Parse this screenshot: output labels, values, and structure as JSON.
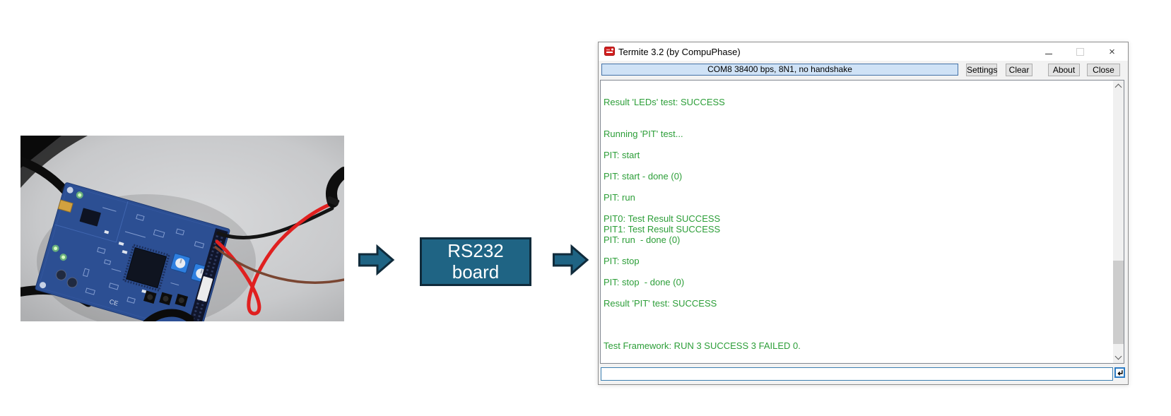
{
  "photo": {
    "alt_name": "dev-board-on-desk-photo",
    "board_marking": "CE"
  },
  "diagram": {
    "rs232_box": {
      "line1": "RS232",
      "line2": "board"
    }
  },
  "termite": {
    "title": "Termite 3.2 (by CompuPhase)",
    "caption": {
      "close_glyph": "×"
    },
    "toolbar": {
      "status": "COM8 38400 bps, 8N1, no handshake",
      "settings_label": "Settings",
      "clear_label": "Clear",
      "about_label": "About",
      "close_label": "Close"
    },
    "terminal": {
      "lines": [
        "",
        "Result 'LEDs' test: SUCCESS",
        "",
        "",
        "Running 'PIT' test...",
        "",
        "PIT: start",
        "",
        "PIT: start - done (0)",
        "",
        "PIT: run",
        "",
        "PIT0: Test Result SUCCESS",
        "PIT1: Test Result SUCCESS",
        "PIT: run  - done (0)",
        "",
        "PIT: stop",
        "",
        "PIT: stop  - done (0)",
        "",
        "Result 'PIT' test: SUCCESS",
        "",
        "",
        "",
        "Test Framework: RUN 3 SUCCESS 3 FAILED 0."
      ]
    },
    "input": {
      "value": ""
    }
  },
  "colors": {
    "accent_teal": "#1F6484",
    "teal_border": "#102B3B",
    "terminal_green": "#2C9E38",
    "status_bg": "#CFE2F6",
    "status_border": "#4472A8",
    "pcb_blue": "#2C4F93",
    "wire_red": "#E02020",
    "app_icon_red": "#D21F1F"
  }
}
